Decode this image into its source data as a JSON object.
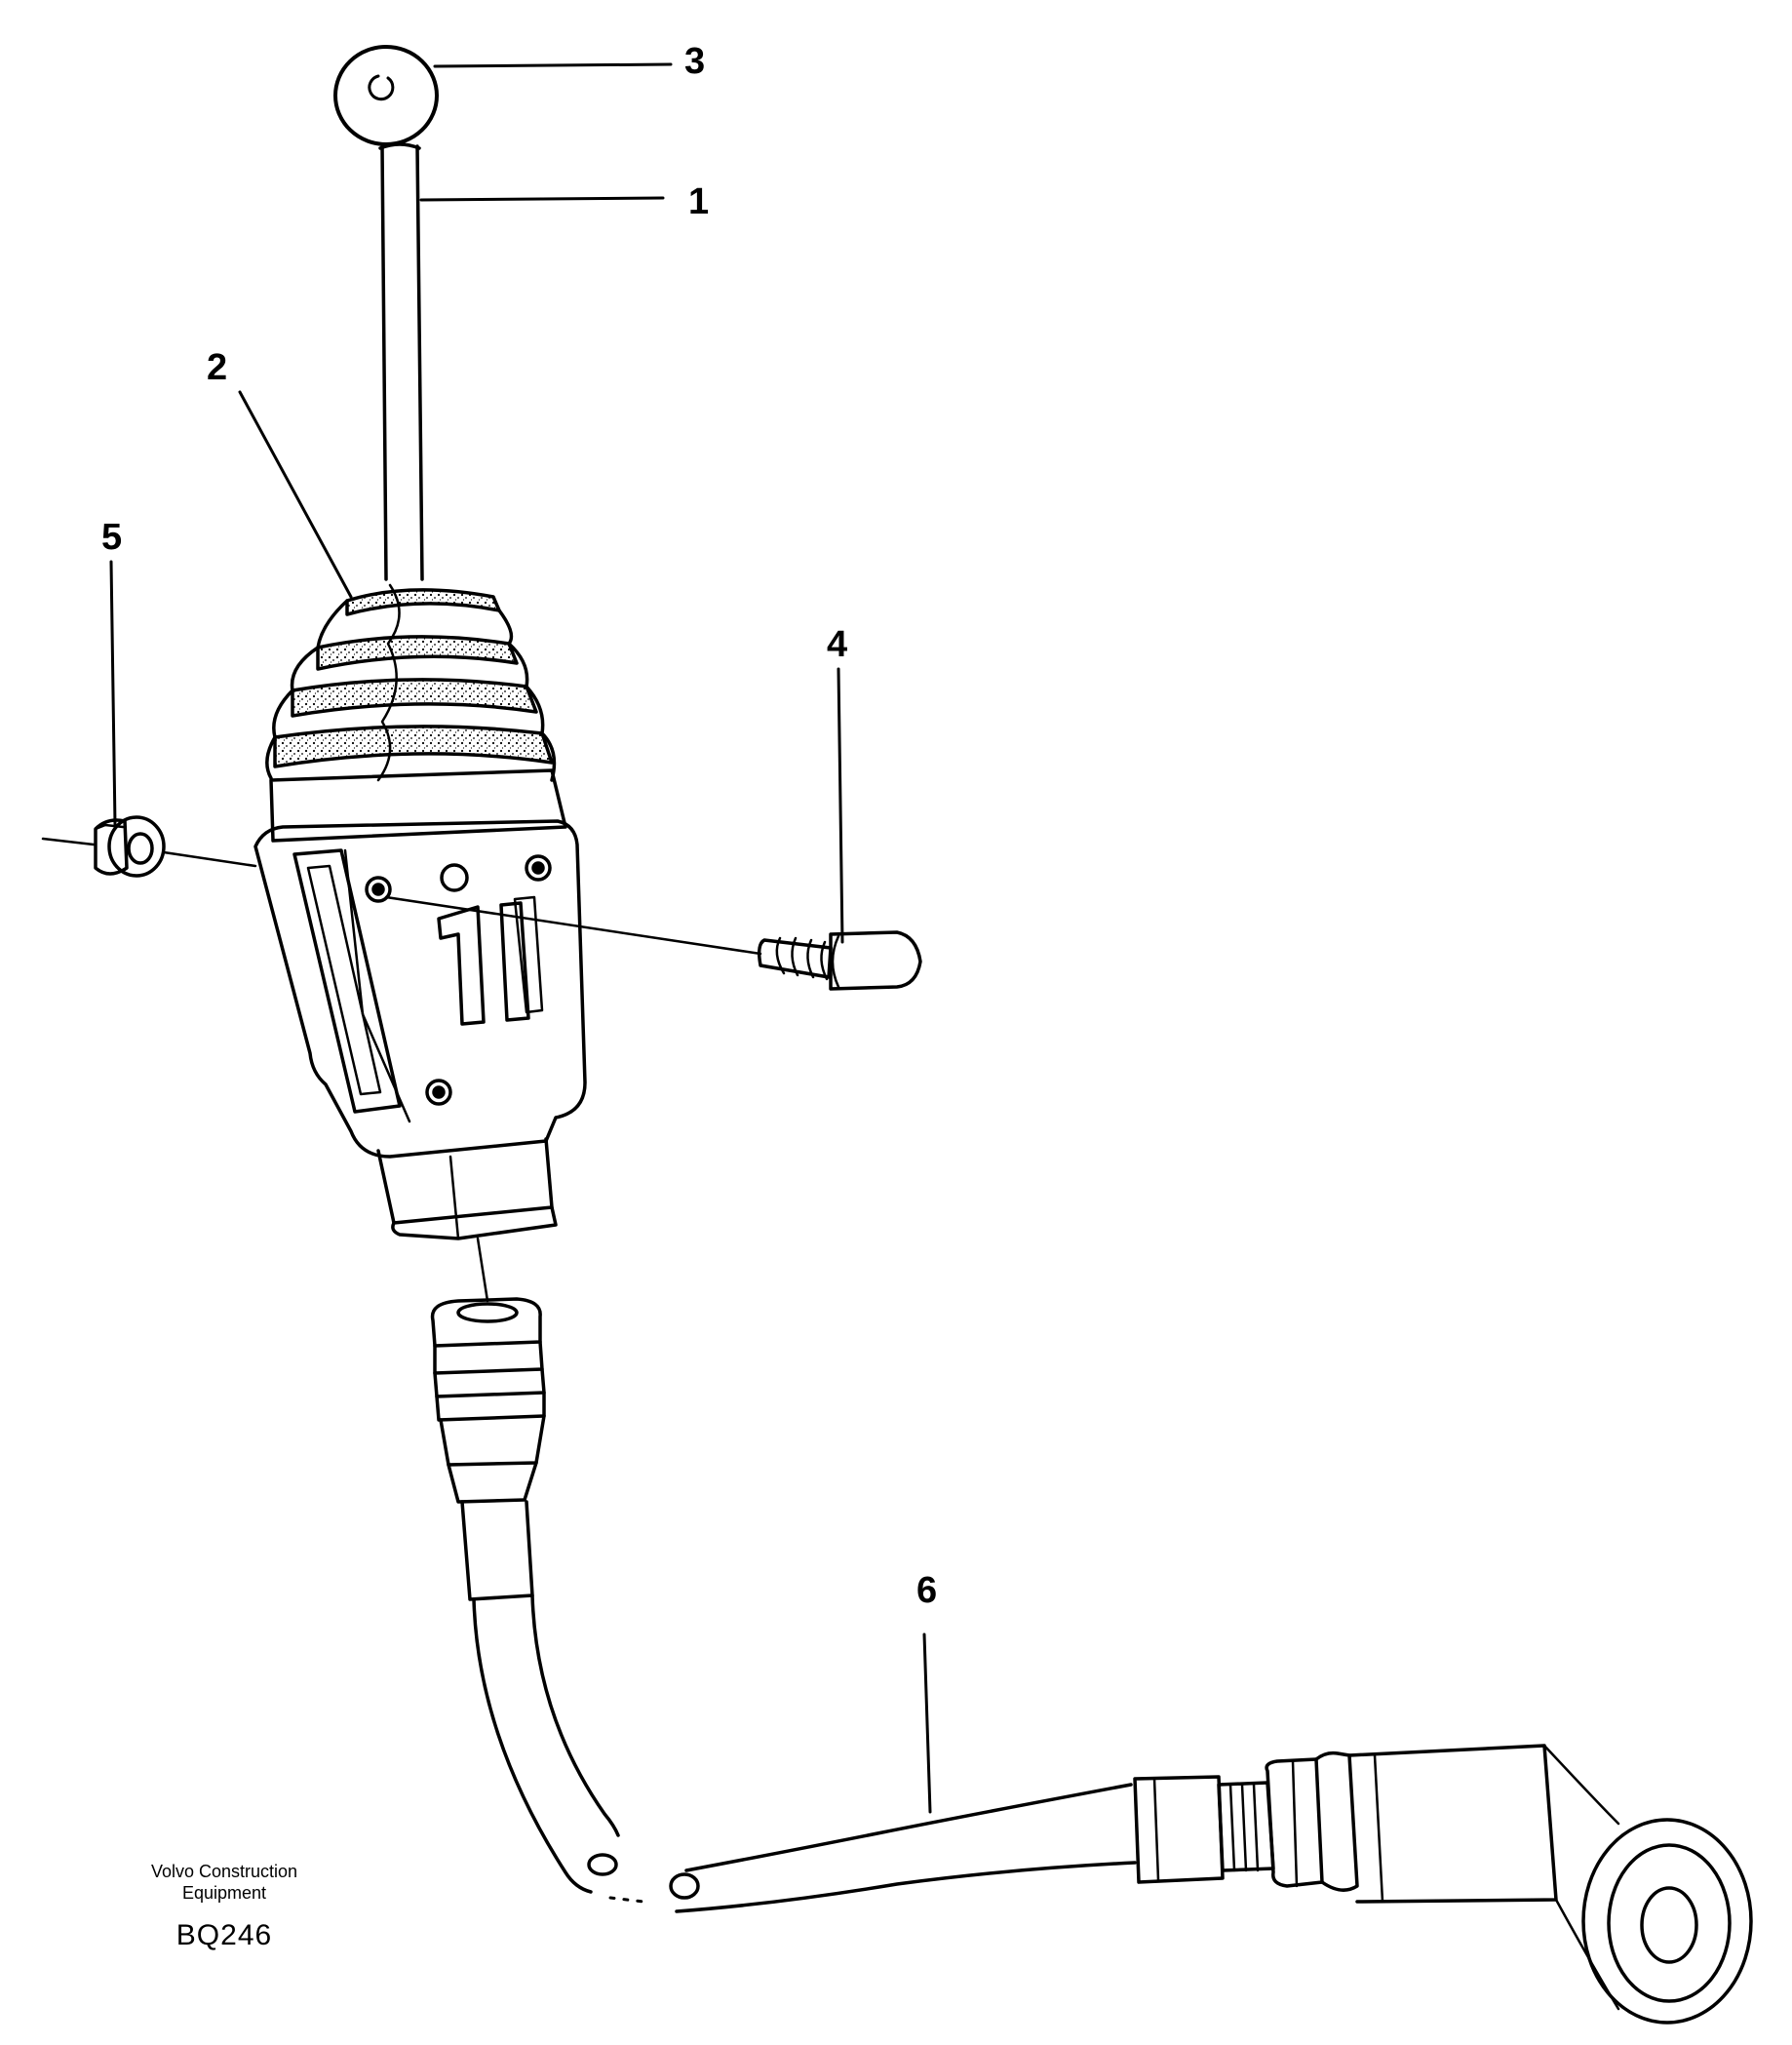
{
  "callouts": [
    "3",
    "1",
    "2",
    "5",
    "4",
    "6"
  ],
  "credit": {
    "line1": "Volvo Construction",
    "line2": "Equipment",
    "code": "BQ246"
  },
  "colors": {
    "ink": "#000000",
    "background": "#ffffff"
  }
}
